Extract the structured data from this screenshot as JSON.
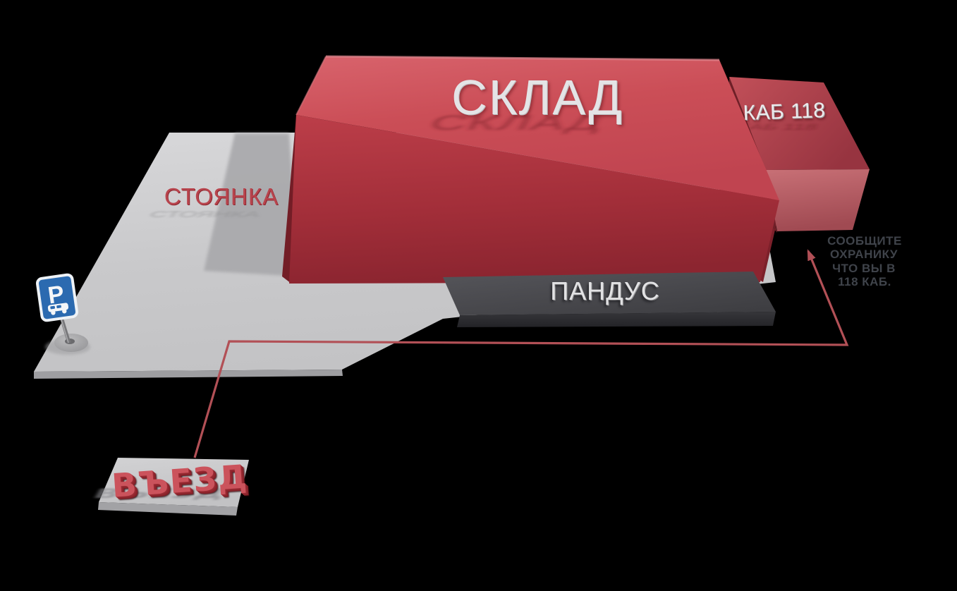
{
  "scene": {
    "title": "warehouse-driving-directions-scheme",
    "background": "#000000"
  },
  "labels": {
    "warehouse": "СКЛАД",
    "office": "КАБ 118",
    "parking": "СТОЯНКА",
    "ramp": "ПАНДУС",
    "entrance": "ВЪЕЗД"
  },
  "route_note": {
    "lines": [
      "СООБЩИТЕ",
      "ОХРАНИКУ",
      "ЧТО ВЫ В",
      "118 КАБ."
    ]
  },
  "parking_sign": {
    "letter": "P",
    "sign_color": "#2b6ab0"
  },
  "colors": {
    "building_roof": "#cb4e57",
    "building_wall": "#9c2b36",
    "office_wall": "#b05a62",
    "ramp": "#46464a",
    "ground": "#c8c8ca",
    "route_line": "#b25056",
    "note_text": "#3f434a",
    "label_light": "#e4e4e6"
  }
}
